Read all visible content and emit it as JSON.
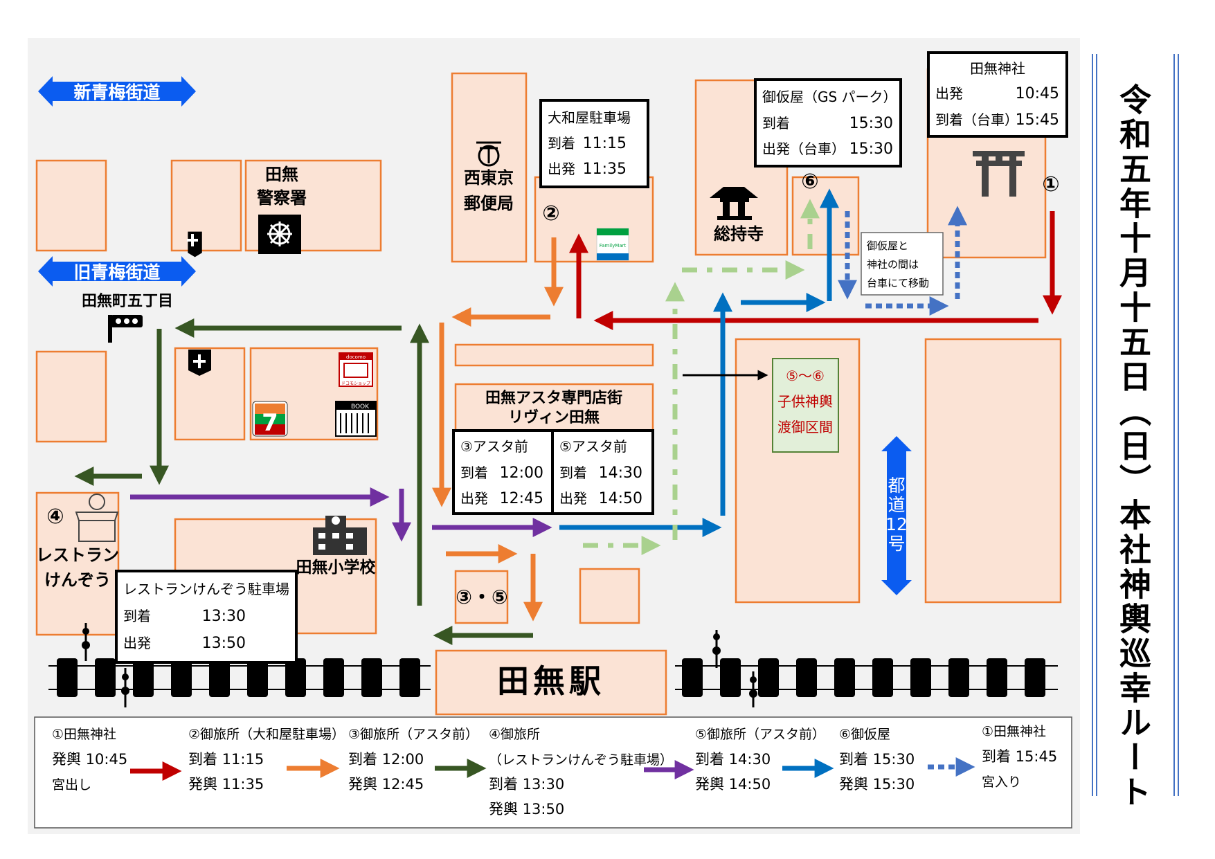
{
  "title": "令和五年十月十五日（日）本社神輿巡幸ルート",
  "roads": {
    "shin_ome": "新青梅街道",
    "kyu_ome": "旧青梅街道",
    "toei12": [
      "都",
      "道",
      "12",
      "号"
    ]
  },
  "places": {
    "police": [
      "田無",
      "警察署"
    ],
    "post": [
      "西東京",
      "郵便局"
    ],
    "temple": "総持寺",
    "intersection": "田無町五丁目",
    "asta": [
      "田無アスタ専門店街",
      "リヴィン田無"
    ],
    "school": "田無小学校",
    "station": "田無駅",
    "restaurant": [
      "レストラン",
      "けんぞう"
    ],
    "familymart": "FamilyMart",
    "docomo": "docomo",
    "docomo_shop": "ドコモショップ",
    "book": "BOOK",
    "seven": "7"
  },
  "markers": {
    "m1": "①",
    "m2": "②",
    "m4": "④",
    "m6": "⑥",
    "m35": "③・⑤"
  },
  "kodomo": [
    "⑤〜⑥",
    "子供神輿",
    "渡御区間"
  ],
  "transport_note": [
    "御仮屋と",
    "神社の間は",
    "台車にて移動"
  ],
  "stop_boxes": {
    "jinja": {
      "title": "田無神社",
      "r1_label": "出発",
      "r1_time": "10:45",
      "r2_label": "到着（台車）",
      "r2_time": "15:45"
    },
    "okariya": {
      "title": "御仮屋（GS パーク）",
      "r1_label": "到着",
      "r1_time": "15:30",
      "r2_label": "出発（台車）",
      "r2_time": "15:30"
    },
    "yamatoya": {
      "title": "大和屋駐車場",
      "r1_label": "到着",
      "r1_time": "11:15",
      "r2_label": "出発",
      "r2_time": "11:35"
    },
    "asta3": {
      "title": "③アスタ前",
      "r1_label": "到着",
      "r1_time": "12:00",
      "r2_label": "出発",
      "r2_time": "12:45"
    },
    "asta5": {
      "title": "⑤アスタ前",
      "r1_label": "到着",
      "r1_time": "14:30",
      "r2_label": "出発",
      "r2_time": "14:50"
    },
    "kenzou": {
      "title": "レストランけんぞう駐車場",
      "r1_label": "到着",
      "r1_time": "13:30",
      "r2_label": "出発",
      "r2_time": "13:50"
    }
  },
  "legend": [
    {
      "lines": [
        "①田無神社",
        "発輿 10:45",
        "宮出し"
      ],
      "color": "#c00000"
    },
    {
      "lines": [
        "②御旅所（大和屋駐車場）",
        "到着 11:15",
        "発輿 11:35"
      ],
      "color": "#ed7d31"
    },
    {
      "lines": [
        "③御旅所（アスタ前）",
        "到着 12:00",
        "発輿 12:45"
      ],
      "color": "#375623"
    },
    {
      "lines": [
        "④御旅所",
        "（レストランけんぞう駐車場）",
        "到着 13:30",
        "発輿 13:50"
      ],
      "color": "#7030a0"
    },
    {
      "lines": [
        "⑤御旅所（アスタ前）",
        "到着 14:30",
        "発輿 14:50"
      ],
      "color": "#0070c0"
    },
    {
      "lines": [
        "⑥御仮屋",
        "到着 15:30",
        "発輿 15:30"
      ],
      "color": "#4472c4"
    },
    {
      "lines": [
        "①田無神社",
        "到着 15:45",
        "宮入り"
      ],
      "color": ""
    }
  ],
  "colors": {
    "route1": "#c00000",
    "route2": "#ed7d31",
    "route3": "#375623",
    "route4": "#7030a0",
    "route5": "#0070c0",
    "route6": "#4472c4",
    "kodomo": "#a9d18e",
    "road_blue": "#0b5cf0"
  }
}
